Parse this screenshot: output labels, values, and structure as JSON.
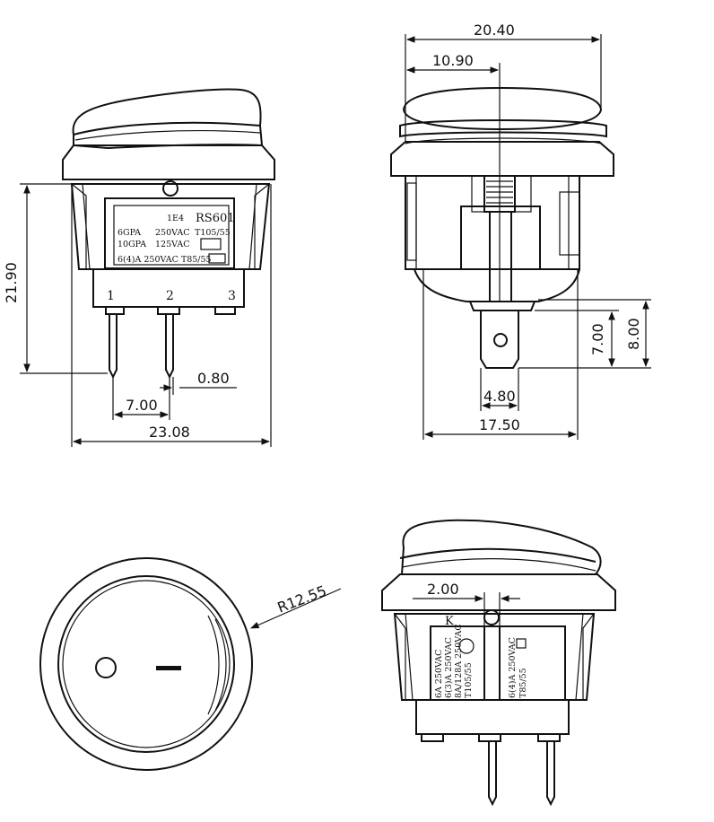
{
  "dimensions": {
    "front_height": "21.90",
    "pin_width": "0.80",
    "pin_pitch": "7.00",
    "front_width": "23.08",
    "side_width": "20.40",
    "side_offset": "10.90",
    "terminal_width": "4.80",
    "base_width": "17.50",
    "terminal_len_a": "7.00",
    "terminal_len_b": "8.00",
    "radius": "R12.55",
    "lens_offset": "2.00"
  },
  "pins": [
    "1",
    "2",
    "3"
  ],
  "front_label": {
    "code": "1E4",
    "model": "RS601",
    "line1_left": "6GPA",
    "line1_mid": "250VAC",
    "line1_right": "T105/55",
    "line2_left": "10GPA",
    "line2_mid": "125VAC",
    "line3": "6(4)A 250VAC T85/55"
  },
  "back_label": {
    "mark": "K",
    "col1": "6A    250VAC",
    "col2": "6(3)A  250VAC",
    "col3": "8A/128A  250VAC",
    "col4": "T105/55",
    "col5": "6(4)A  250VAC",
    "col6": "T85/55"
  },
  "symbols": {
    "off": "O",
    "on": "—"
  }
}
